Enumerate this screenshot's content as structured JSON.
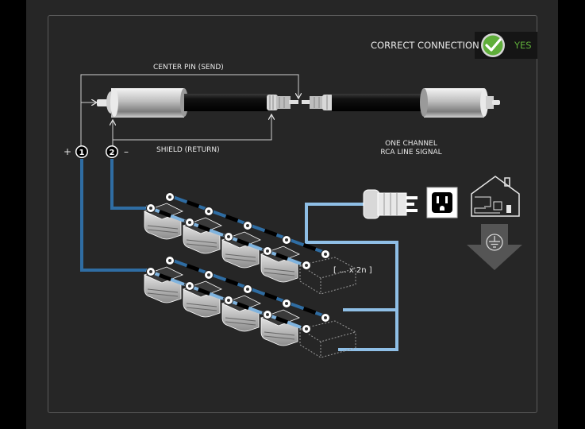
{
  "badge": {
    "text": "CORRECT CONNECTION",
    "status": "YES",
    "check_color": "#5fae3a",
    "status_color": "#5fae3a",
    "icon": "check-circle-icon"
  },
  "cable": {
    "center_pin_label": "CENTER PIN (SEND)",
    "shield_label": "SHIELD (RETURN)",
    "channel_label_line1": "ONE CHANNEL",
    "channel_label_line2": "RCA LINE SIGNAL"
  },
  "terminals": {
    "plus_sign": "+",
    "plus_number": "1",
    "minus_number": "2",
    "minus_sign": "–"
  },
  "repeat_label": "[ ... x 2n ]",
  "colors": {
    "positive_wire": "#2f6da3",
    "negative_wire": "#7fb3de",
    "power_wire": "#8fbfe6",
    "ground_arrow": "#5a5a5a"
  },
  "icons": [
    "power-plug-icon",
    "wall-outlet-icon",
    "house-icon",
    "ground-icon"
  ]
}
